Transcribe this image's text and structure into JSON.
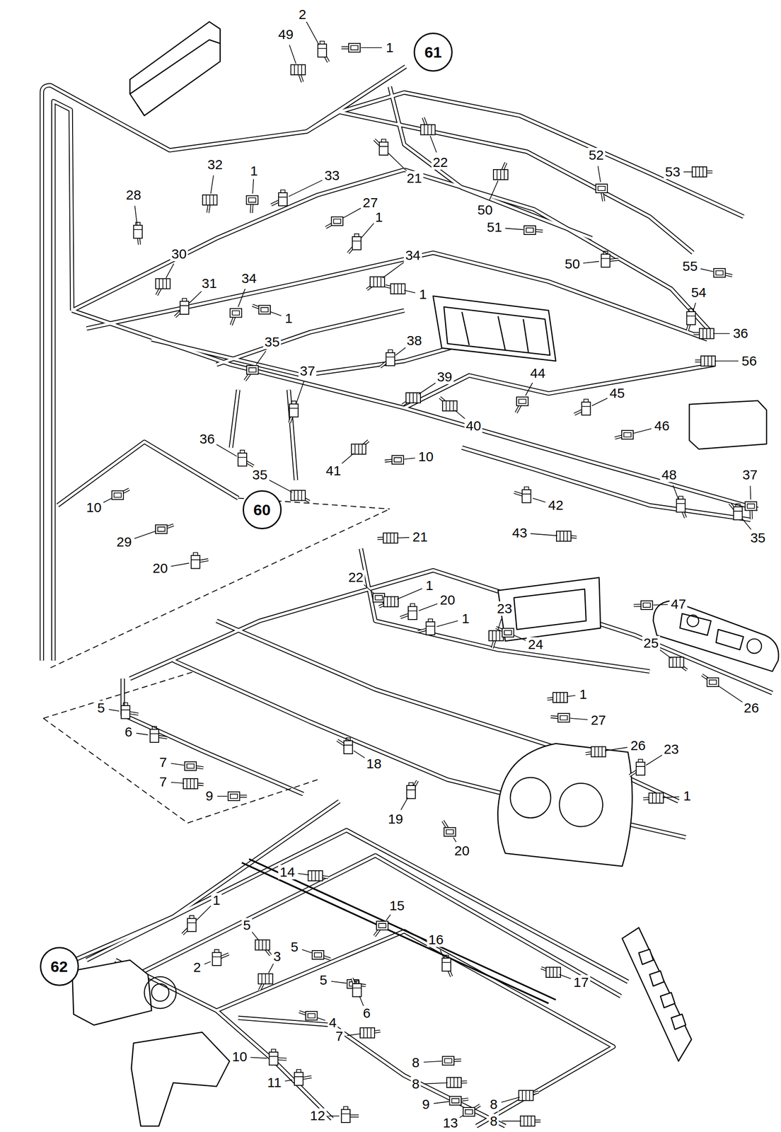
{
  "diagram": {
    "nodes": [
      {
        "text": [
          "61"
        ]
      },
      {
        "text": [
          "60"
        ]
      },
      {
        "text": [
          "62"
        ]
      }
    ],
    "labels": [
      "49",
      "2",
      "1",
      "32",
      "33",
      "1",
      "22",
      "21",
      "52",
      "53",
      "28",
      "27",
      "50",
      "1",
      "51",
      "30",
      "31",
      "34",
      "34",
      "50",
      "55",
      "1",
      "54",
      "1",
      "36",
      "38",
      "35",
      "56",
      "37",
      "44",
      "39",
      "45",
      "46",
      "40",
      "36",
      "10",
      "41",
      "48",
      "37",
      "35",
      "42",
      "10",
      "43",
      "35",
      "29",
      "21",
      "20",
      "22",
      "1",
      "20",
      "47",
      "23",
      "1",
      "24",
      "25",
      "5",
      "26",
      "1",
      "6",
      "27",
      "26",
      "23",
      "7",
      "7",
      "18",
      "9",
      "1",
      "19",
      "20",
      "14",
      "1",
      "15",
      "5",
      "16",
      "5",
      "3",
      "2",
      "5",
      "17",
      "6",
      "4",
      "7",
      "10",
      "8",
      "8",
      "11",
      "9",
      "8",
      "12",
      "13",
      "8"
    ]
  }
}
